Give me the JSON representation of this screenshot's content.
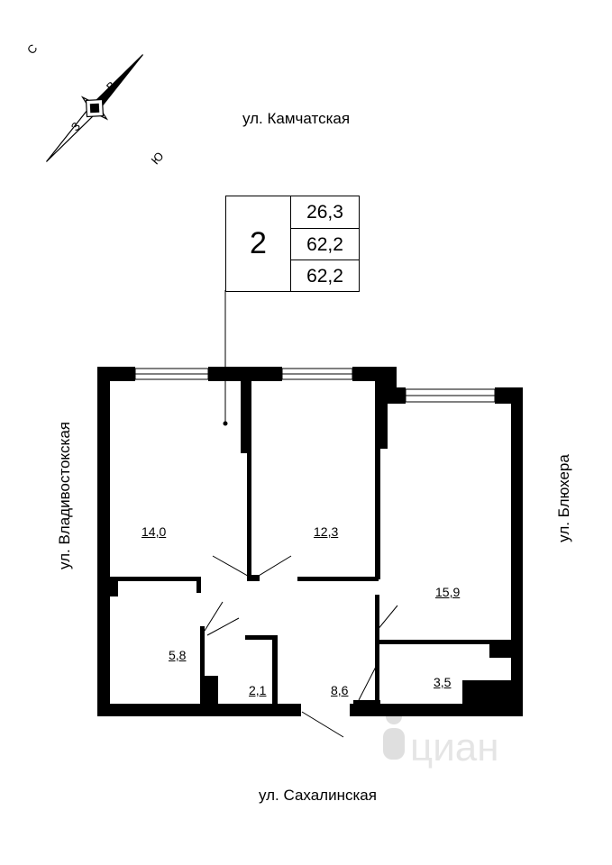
{
  "compass": {
    "north": "С",
    "south": "Ю",
    "east": "В",
    "west": "З"
  },
  "streets": {
    "top": "ул. Камчатская",
    "bottom": "ул. Сахалинская",
    "left": "ул. Владивостокская",
    "right": "ул. Блюхера"
  },
  "info": {
    "rooms": "2",
    "living_area": "26,3",
    "total_area": "62,2",
    "total_area_2": "62,2"
  },
  "rooms": {
    "room_left": "14,0",
    "room_middle": "12,3",
    "room_right": "15,9",
    "kitchen": "5,8",
    "bathroom": "2,1",
    "hallway": "8,6",
    "storage": "3,5"
  },
  "watermark": "циан"
}
